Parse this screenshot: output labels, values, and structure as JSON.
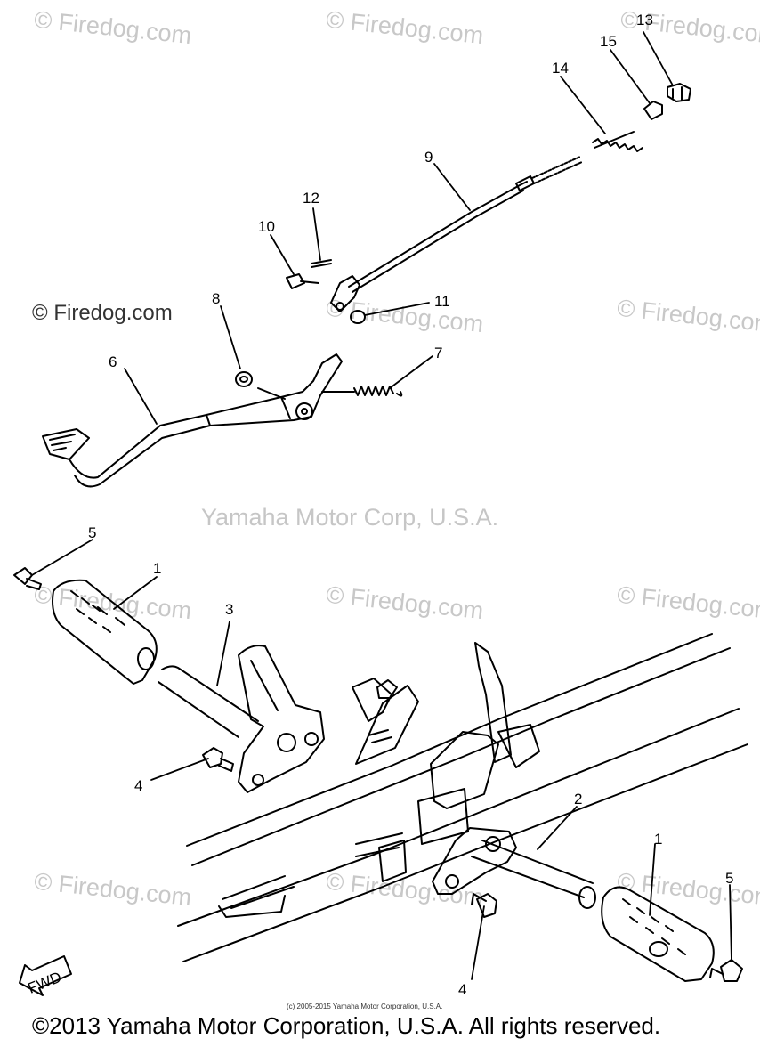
{
  "watermark": {
    "text": "© Firedog.com"
  },
  "brand_mark": "Yamaha Motor Corp, U.S.A.",
  "small_copyright": "(c) 2005-2015 Yamaha Motor Corporation, U.S.A.",
  "footer_copyright": "©2013 Yamaha Motor Corporation, U.S.A. All rights reserved.",
  "fwd_label": "FWD",
  "part_numbers": {
    "p1a": "1",
    "p1b": "1",
    "p2": "2",
    "p3": "3",
    "p4a": "4",
    "p4b": "4",
    "p5a": "5",
    "p5b": "5",
    "p6": "6",
    "p7": "7",
    "p8": "8",
    "p9": "9",
    "p10": "10",
    "p11": "11",
    "p12": "12",
    "p13": "13",
    "p14": "14",
    "p15": "15"
  }
}
